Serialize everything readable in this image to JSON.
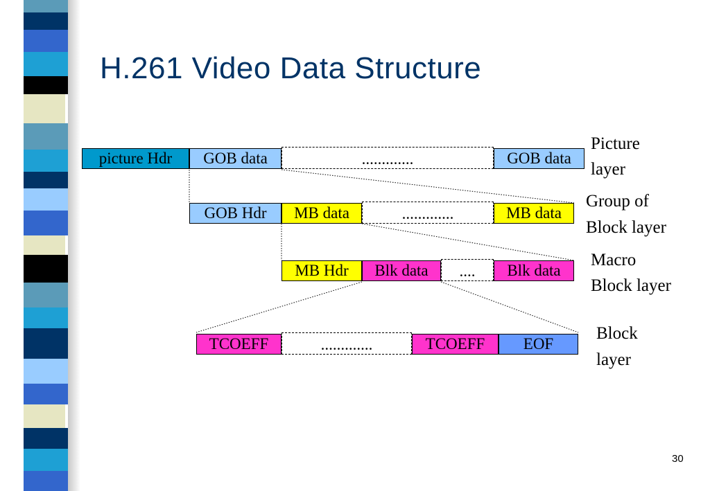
{
  "title": "H.261 Video Data Structure",
  "page_number": "30",
  "colors": {
    "title": "#003366",
    "teal": "#0099cc",
    "light_blue": "#99ccff",
    "yellow": "#ffff00",
    "magenta": "#ff33cc",
    "blue": "#6699ff"
  },
  "layers": {
    "picture": {
      "label_line1": "Picture",
      "label_line2": "layer",
      "boxes": {
        "hdr": "picture Hdr",
        "data1": "GOB data",
        "dots": ".............",
        "data2": "GOB data"
      }
    },
    "gob": {
      "label_line1": "Group of",
      "label_line2": "Block layer",
      "boxes": {
        "hdr": "GOB Hdr",
        "data1": "MB data",
        "dots": ".............",
        "data2": "MB data"
      }
    },
    "macroblock": {
      "label_line1": "Macro",
      "label_line2": "Block layer",
      "boxes": {
        "hdr": "MB Hdr",
        "data1": "Blk data",
        "dots": "....",
        "data2": "Blk data"
      }
    },
    "block": {
      "label_line1": "Block",
      "label_line2": "layer",
      "boxes": {
        "coeff1": "TCOEFF",
        "dots": ".............",
        "coeff2": "TCOEFF",
        "eof": "EOF"
      }
    }
  }
}
